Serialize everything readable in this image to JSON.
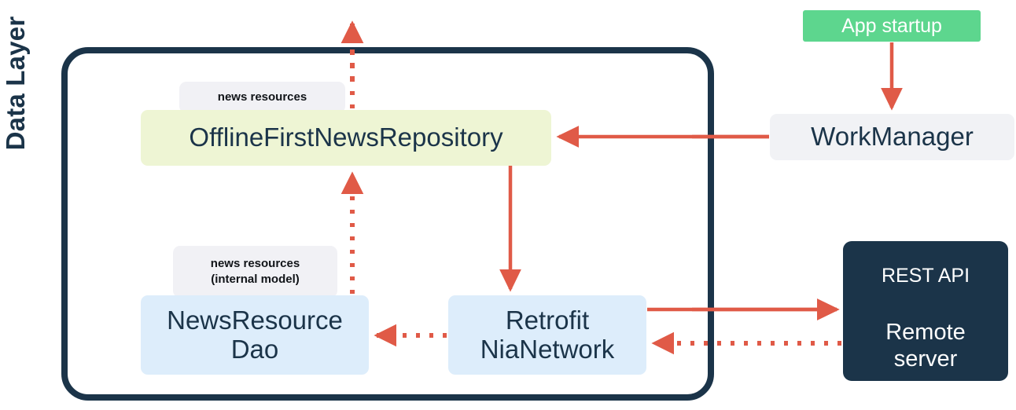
{
  "diagram": {
    "title": "Data Layer",
    "accent_color": "#e05a47",
    "dark_color": "#1b3449",
    "container_label": "Data Layer"
  },
  "nodes": {
    "repository": {
      "label": "OfflineFirstNewsRepository",
      "fill": "#eef5d4"
    },
    "dao": {
      "line1": "NewsResource",
      "line2": "Dao",
      "fill": "#ddedfb"
    },
    "network": {
      "line1": "Retrofit",
      "line2": "NiaNetwork",
      "fill": "#ddedfb"
    },
    "workmanager": {
      "label": "WorkManager",
      "fill": "#f1f2f5"
    },
    "app_startup": {
      "label": "App startup",
      "fill": "#5dd68e"
    },
    "remote": {
      "line1": "REST API",
      "line2": "Remote",
      "line3": "server",
      "fill": "#1b3449"
    }
  },
  "chips": {
    "news_resources": {
      "line1": "news resources"
    },
    "news_resources_internal": {
      "line1": "news resources",
      "line2": "(internal model)"
    }
  },
  "edges": [
    {
      "name": "repository-to-ui",
      "style": "dotted",
      "direction": "up",
      "from": "repository",
      "to": "ui-layer"
    },
    {
      "name": "workmanager-to-repository",
      "style": "solid",
      "direction": "left",
      "from": "workmanager",
      "to": "repository"
    },
    {
      "name": "app-startup-to-workmanager",
      "style": "solid",
      "direction": "down",
      "from": "app_startup",
      "to": "workmanager"
    },
    {
      "name": "repository-to-network",
      "style": "solid",
      "direction": "down",
      "from": "repository",
      "to": "network"
    },
    {
      "name": "dao-to-repository",
      "style": "dotted",
      "direction": "up",
      "from": "dao",
      "to": "repository"
    },
    {
      "name": "network-to-dao",
      "style": "dotted",
      "direction": "left",
      "from": "network",
      "to": "dao"
    },
    {
      "name": "network-to-remote",
      "style": "solid",
      "direction": "right",
      "from": "network",
      "to": "remote"
    },
    {
      "name": "remote-to-network",
      "style": "dotted",
      "direction": "left",
      "from": "remote",
      "to": "network"
    }
  ]
}
